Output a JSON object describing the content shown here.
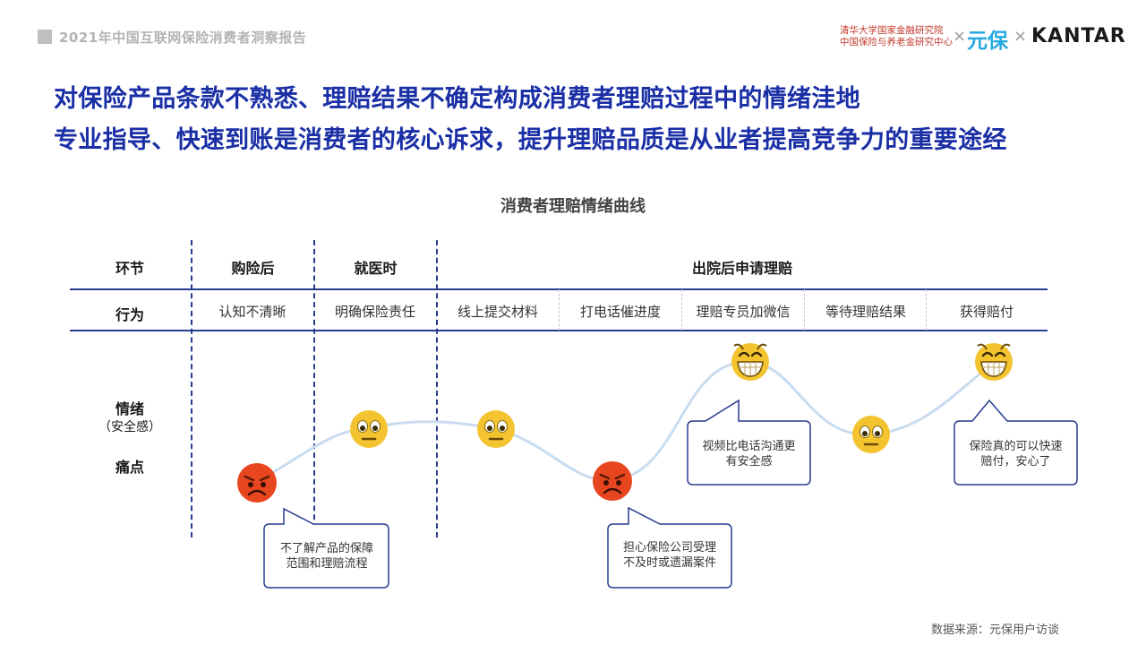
{
  "header": {
    "report_title": "2021年中国互联网保险消费者洞察报告",
    "institution_line1": "清华大学国家金融研究院",
    "institution_line2": "中国保险与养老金研究中心",
    "times_sign": "×",
    "brand_yuanbao": "元保",
    "brand_kantar": "KANTAR"
  },
  "headline": {
    "line1": "对保险产品条款不熟悉、理赔结果不确定构成消费者理赔过程中的情绪洼地",
    "line2": "专业指导、快速到账是消费者的核心诉求，提升理赔品质是从业者提高竞争力的重要途经"
  },
  "chart_title": "消费者理赔情绪曲线",
  "rows": {
    "stage": "环节",
    "behavior": "行为",
    "emotion": "情绪",
    "emotion_sub": "（安全感）",
    "pain": "痛点"
  },
  "phases": [
    "购险后",
    "就医时",
    "出院后申请理赔"
  ],
  "actions": [
    "认知不清晰",
    "明确保险责任",
    "线上提交材料",
    "打电话催进度",
    "理赔专员加微信",
    "等待理赔结果",
    "获得赔付"
  ],
  "emotions": [
    "angry",
    "neutral",
    "neutral",
    "angry",
    "grin",
    "neutral",
    "grin"
  ],
  "bubbles": [
    {
      "line1": "不了解产品的保障",
      "line2": "范围和理赔流程"
    },
    {
      "line1": "担心保险公司受理",
      "line2": "不及时或遗漏案件"
    },
    {
      "line1": "视频比电话沟通更",
      "line2": "有安全感"
    },
    {
      "line1": "保险真的可以快速",
      "line2": "赔付，安心了"
    }
  ],
  "colors": {
    "accent": "#1a2fa5",
    "line": "#273b8f",
    "curve": "#c9dcef",
    "angry": "#e8461e",
    "happy": "#f4c430"
  },
  "source": "数据来源：元保用户访谈"
}
